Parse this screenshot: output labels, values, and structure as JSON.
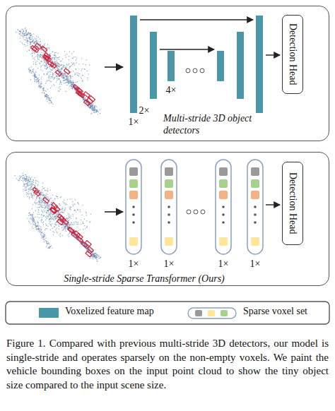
{
  "diagram": {
    "caption": "Figure 1. Compared with previous multi-stride 3D detectors, our model is single-stride and operates sparsely on the non-empty voxels. We paint the vehicle bounding boxes on the input point cloud to show the tiny object size compared to the input scene size.",
    "nodes": [
      {
        "text": [
          "Multi-stride 3D object detectors"
        ]
      },
      {
        "text": [
          "Detection Head"
        ],
        "in": 0
      },
      {
        "text": [
          "Single-stride Sparse Transformer (Ours)"
        ]
      },
      {
        "text": [
          "Detection Head"
        ],
        "in": 2
      }
    ],
    "labels": [
      "1×",
      "2×",
      "4×",
      "1×",
      "1×",
      "1×",
      "1×"
    ],
    "legend": [
      {
        "text": "Voxelized feature map",
        "color": "#4b97aa"
      },
      {
        "text": "Sparse voxel set"
      }
    ]
  }
}
